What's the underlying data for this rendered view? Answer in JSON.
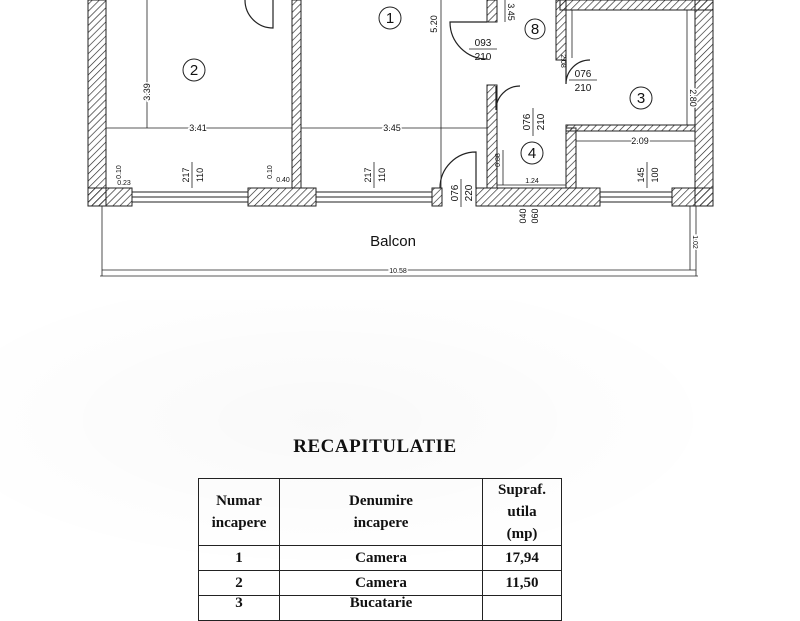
{
  "plan": {
    "room_numbers": [
      "1",
      "2",
      "3",
      "4",
      "8"
    ],
    "balcony_label": "Balcon",
    "dimensions": {
      "d_339": "3.39",
      "d_341": "3.41",
      "d_345a": "3.45",
      "d_520": "5.20",
      "d_345b": "3.45",
      "d_208": "2.08",
      "d_280": "2.80",
      "d_209": "2.09",
      "d_124": "1.24",
      "d_088": "0.88",
      "d_010a": "0.10",
      "d_023": "0.23",
      "d_010b": "0.10",
      "d_040a": "0.40",
      "d_040b": "040",
      "d_060": "060",
      "d_1058": "10.58",
      "d_102": "1.02"
    },
    "openings": {
      "w1_top": "217",
      "w1_bot": "110",
      "w2_top": "217",
      "w2_bot": "110",
      "w3_top": "145",
      "w3_bot": "100",
      "door_093": "093",
      "door_093_h": "210",
      "door_076a": "076",
      "door_076a_h": "210",
      "door_076b": "076",
      "door_076b_h": "210",
      "door_076c": "076",
      "door_076c_h": "220"
    }
  },
  "summary": {
    "title": "RECAPITULATIE",
    "headers": {
      "col1_line1": "Numar",
      "col1_line2": "incapere",
      "col2_line1": "Denumire",
      "col2_line2": "incapere",
      "col3_line1": "Supraf.",
      "col3_line2": "utila",
      "col3_line3": "(mp)"
    },
    "rows": [
      {
        "nr": "1",
        "name": "Camera",
        "area": "17,94"
      },
      {
        "nr": "2",
        "name": "Camera",
        "area": "11,50"
      },
      {
        "nr": "3",
        "name": "Bucatarie",
        "area": ""
      }
    ]
  }
}
